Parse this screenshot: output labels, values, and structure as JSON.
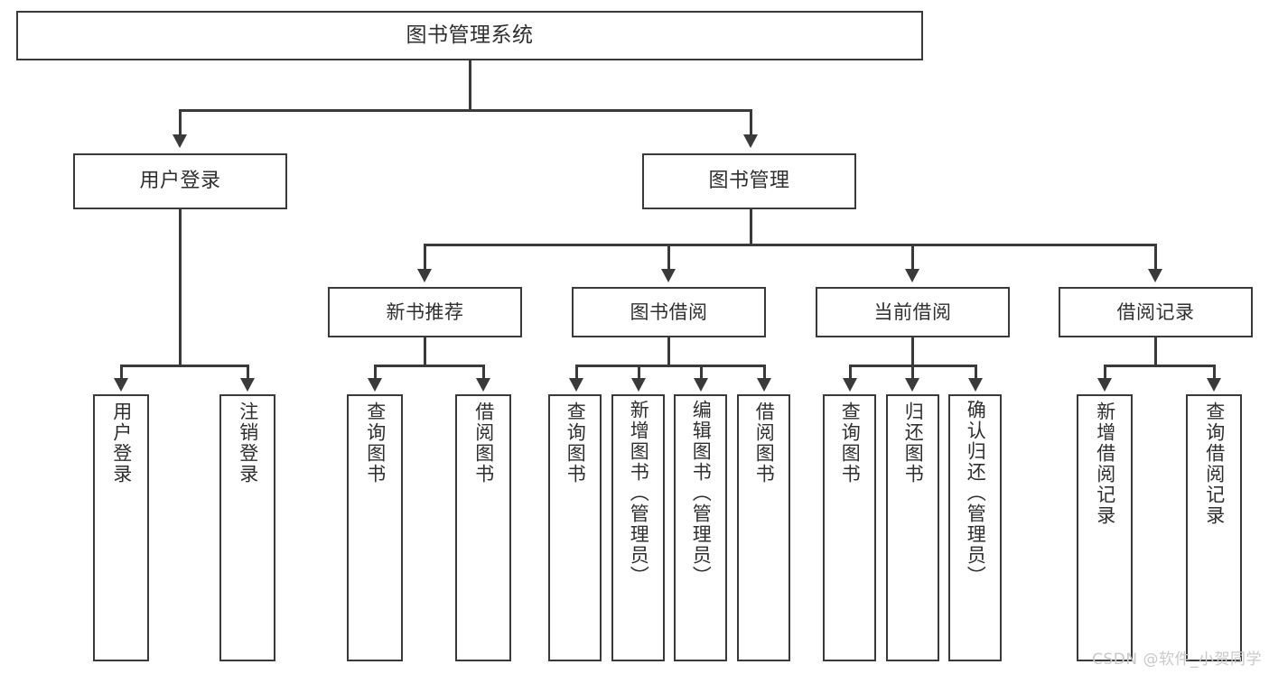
{
  "diagram": {
    "title": "图书管理系统",
    "type": "tree-hierarchy",
    "watermark": "CSDN @软件_小贺同学",
    "colors": {
      "stroke": "#3a3a3a",
      "box_fill": "#ffffff",
      "text": "#2f2f2f",
      "background": "#ffffff",
      "watermark": "#c9c9c9"
    }
  },
  "root": {
    "label": "图书管理系统"
  },
  "level2": [
    {
      "label": "用户登录"
    },
    {
      "label": "图书管理"
    }
  ],
  "level3": [
    {
      "label": "新书推荐"
    },
    {
      "label": "图书借阅"
    },
    {
      "label": "当前借阅"
    },
    {
      "label": "借阅记录"
    }
  ],
  "leaves": {
    "user_login": [
      {
        "label": "用户登录"
      },
      {
        "label": "注销登录"
      }
    ],
    "new_book_recommend": [
      {
        "label": "查询图书"
      },
      {
        "label": "借阅图书"
      }
    ],
    "book_borrow": [
      {
        "label": "查询图书"
      },
      {
        "label": "新增图书（管理员）"
      },
      {
        "label": "编辑图书（管理员）"
      },
      {
        "label": "借阅图书"
      }
    ],
    "current_borrow": [
      {
        "label": "查询图书"
      },
      {
        "label": "归还图书"
      },
      {
        "label": "确认归还（管理员）"
      }
    ],
    "borrow_record": [
      {
        "label": "新增借阅记录"
      },
      {
        "label": "查询借阅记录"
      }
    ]
  }
}
